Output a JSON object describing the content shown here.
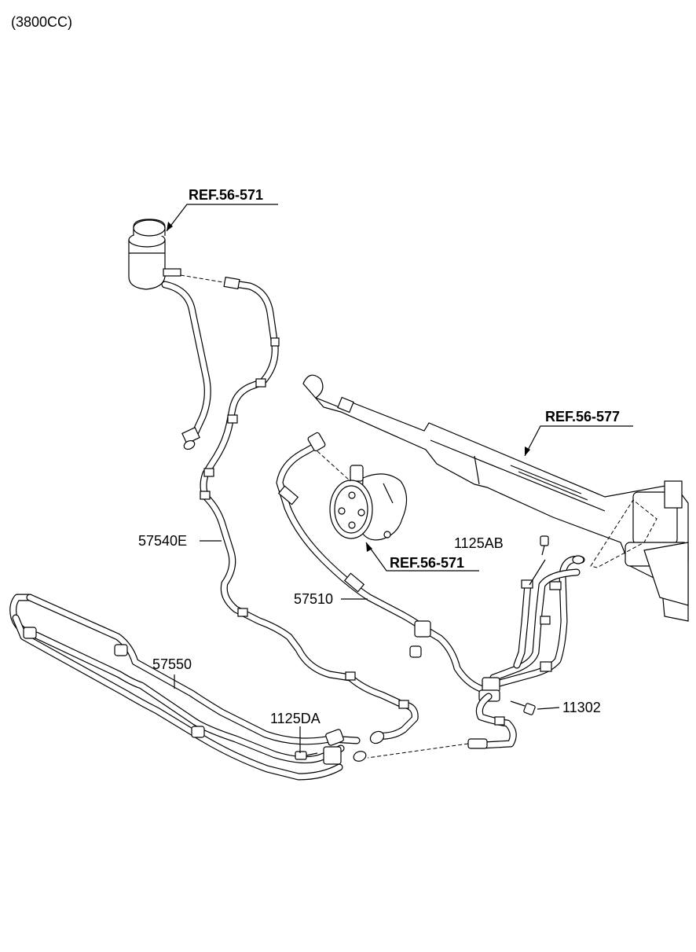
{
  "header": {
    "engine_label": "(3800CC)"
  },
  "callouts": {
    "ref_reservoir": "REF.56-571",
    "ref_pump": "REF.56-571",
    "ref_gear_box": "REF.56-577",
    "part_57540E": "57540E",
    "part_57510": "57510",
    "part_57550": "57550",
    "part_1125AB": "1125AB",
    "part_1125DA": "1125DA",
    "part_11302": "11302"
  }
}
